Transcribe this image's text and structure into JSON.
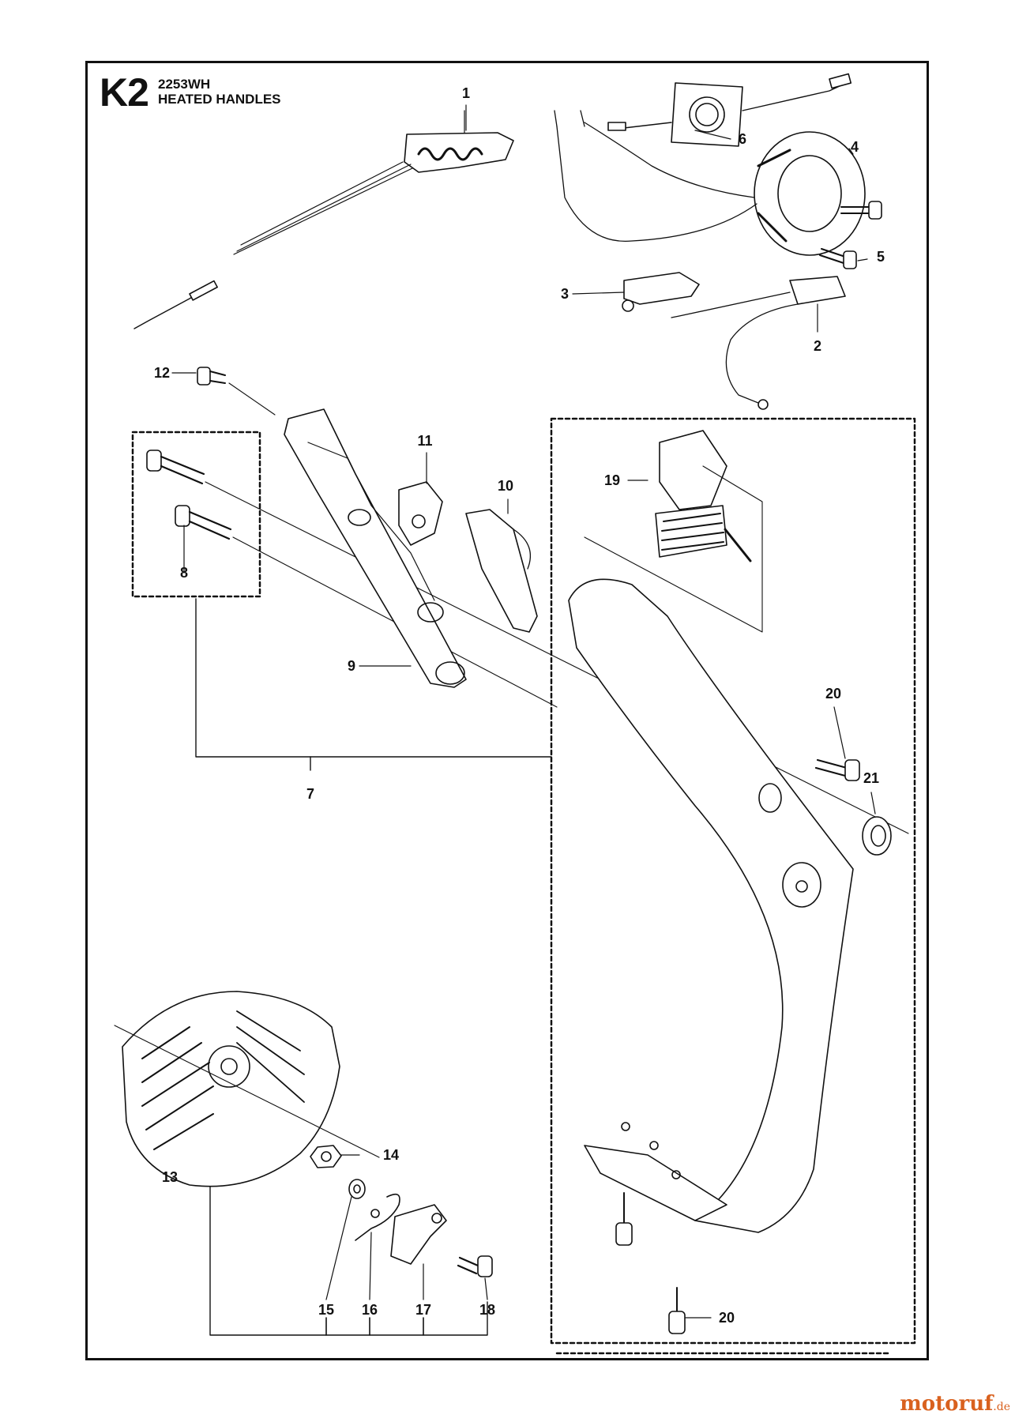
{
  "header": {
    "code": "K2",
    "model": "2253WH",
    "title": "HEATED HANDLES"
  },
  "callouts": [
    {
      "id": "1",
      "label": "1"
    },
    {
      "id": "2",
      "label": "2"
    },
    {
      "id": "3",
      "label": "3"
    },
    {
      "id": "4",
      "label": "4"
    },
    {
      "id": "5",
      "label": "5"
    },
    {
      "id": "6",
      "label": "6"
    },
    {
      "id": "7",
      "label": "7"
    },
    {
      "id": "8",
      "label": "8"
    },
    {
      "id": "9",
      "label": "9"
    },
    {
      "id": "10",
      "label": "10"
    },
    {
      "id": "11",
      "label": "11"
    },
    {
      "id": "12",
      "label": "12"
    },
    {
      "id": "13",
      "label": "13"
    },
    {
      "id": "14",
      "label": "14"
    },
    {
      "id": "15",
      "label": "15"
    },
    {
      "id": "16",
      "label": "16"
    },
    {
      "id": "17",
      "label": "17"
    },
    {
      "id": "18",
      "label": "18"
    },
    {
      "id": "19",
      "label": "19"
    },
    {
      "id": "20a",
      "label": "20"
    },
    {
      "id": "20b",
      "label": "20"
    },
    {
      "id": "21",
      "label": "21"
    }
  ],
  "watermark": {
    "name": "motoruf",
    "tld": ".de"
  },
  "colors": {
    "ink": "#111111",
    "watermark": "#d9611e"
  }
}
